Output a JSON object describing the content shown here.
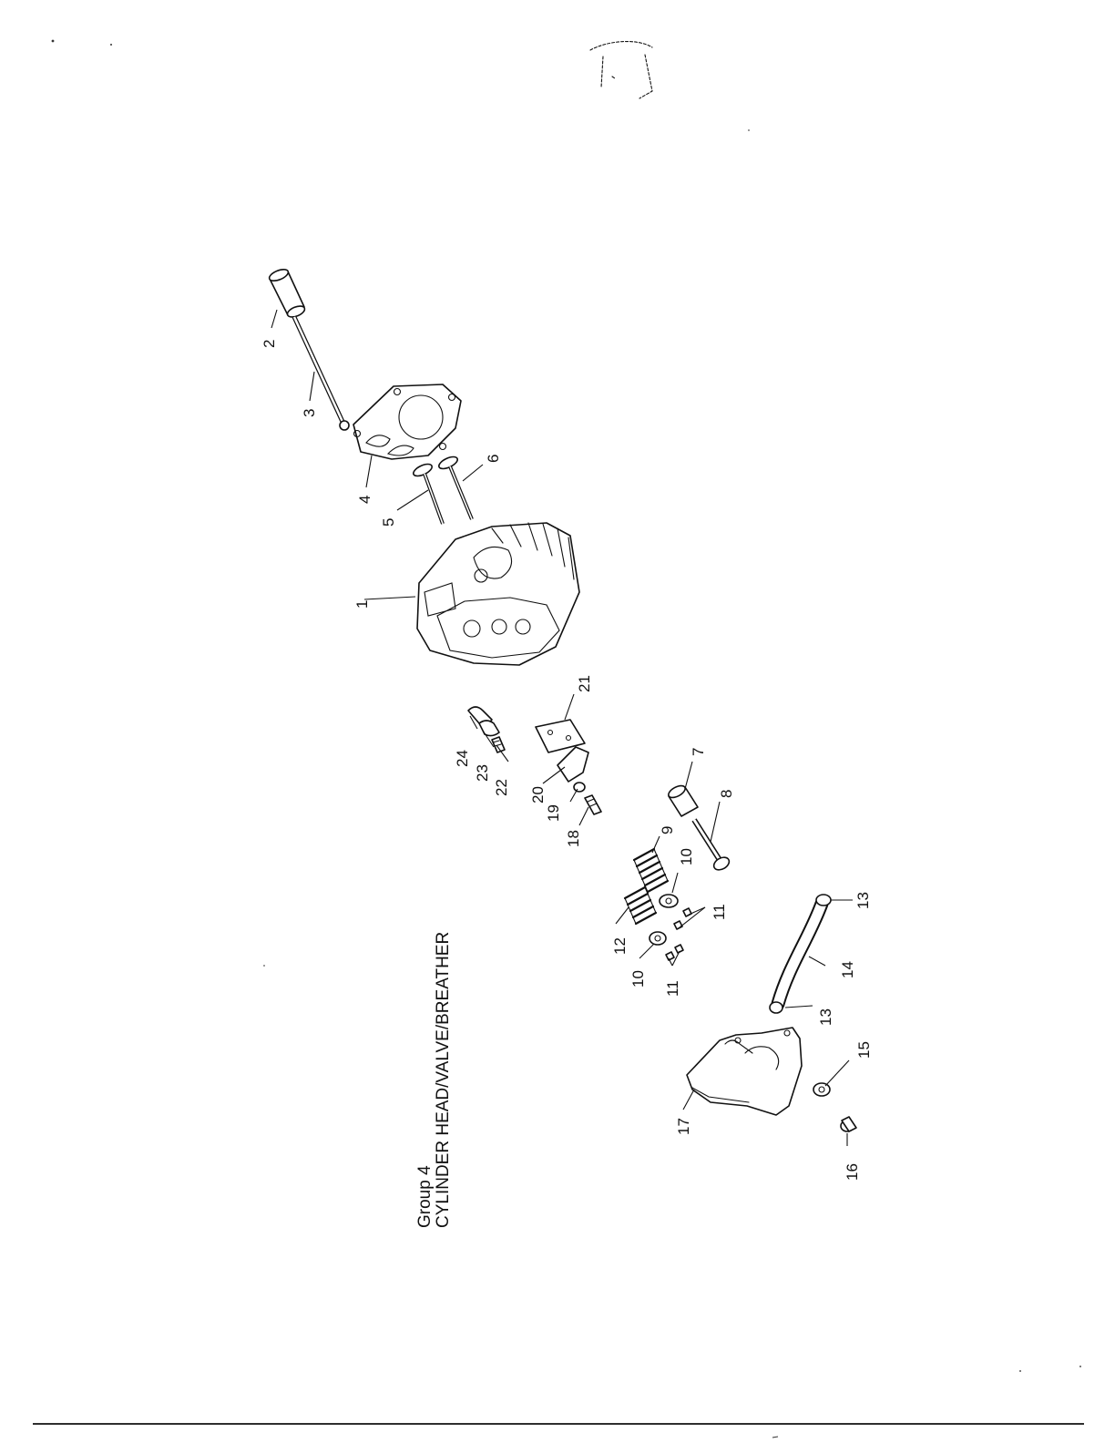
{
  "diagram": {
    "group": "Group 4",
    "title": "CYLINDER HEAD/VALVE/BREATHER",
    "callouts": [
      "1",
      "2",
      "3",
      "4",
      "5",
      "6",
      "7",
      "8",
      "9",
      "10",
      "10",
      "11",
      "11",
      "12",
      "13",
      "13",
      "14",
      "15",
      "16",
      "17",
      "18",
      "19",
      "20",
      "21",
      "22",
      "23",
      "24"
    ]
  }
}
